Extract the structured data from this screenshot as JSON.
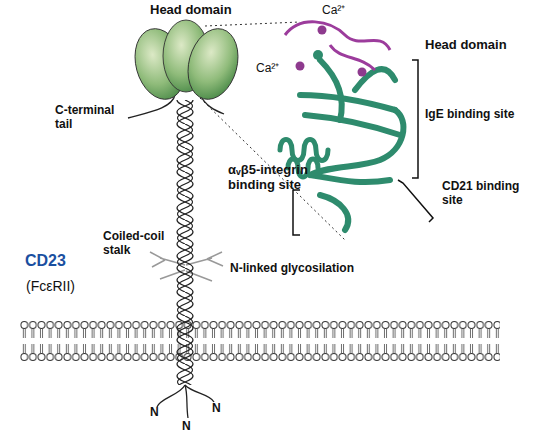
{
  "diagram": {
    "labels": [
      "Head domain",
      "Head domain",
      "Ca²⁺",
      "Ca²⁺",
      "IgE binding site",
      "C-terminal tail",
      "αᵥβ5-integrin binding site",
      "CD21 binding site",
      "Coiled-coil stalk",
      "CD23",
      "(FcεRII)",
      "N-linked glycosilation",
      "N",
      "N",
      "N"
    ]
  }
}
